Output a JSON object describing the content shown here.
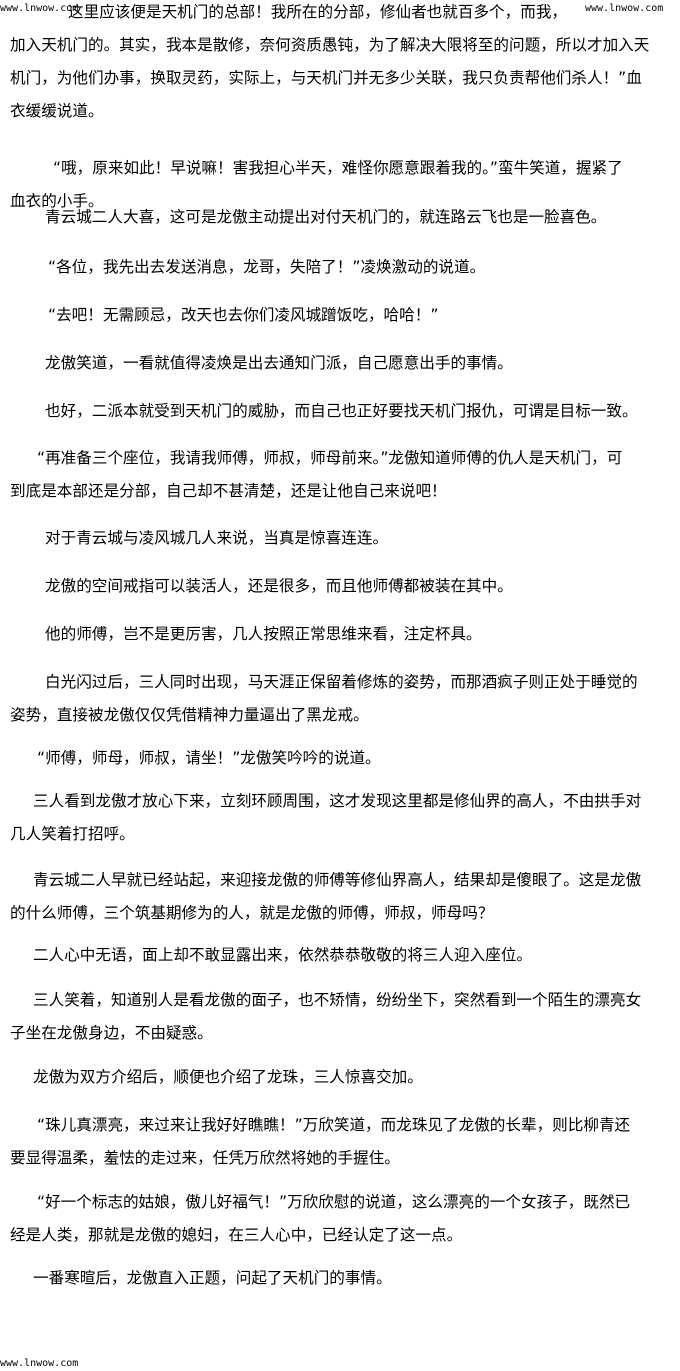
{
  "watermarks": {
    "top_left": "www.lnwow.com",
    "top_right": "www.lnwow.com",
    "bottom_left": "www.lnwow.com"
  },
  "paragraphs": [
    {
      "lines": [
        "这里应该便是天机门的总部！我所在的分部，修仙者也就百多个，而我，",
        "加入天机门的。其实，我本是散修，奈何资质愚钝，为了解决大限将至的问题，所以才加入天",
        "机门，为他们办事，换取灵药，实际上，与天机门并无多少关联，我只负责帮他们杀人！”血",
        "衣缓缓说道。"
      ]
    },
    {
      "lines": [
        "“哦，原来如此！早说嘛！害我担心半天，难怪你愿意跟着我的。”蛮牛笑道，握紧了",
        "血衣的小手。"
      ]
    },
    {
      "lines": [
        "青云城二人大喜，这可是龙傲主动提出对付天机门的，就连路云飞也是一脸喜色。"
      ]
    },
    {
      "lines": [
        "“各位，我先出去发送消息，龙哥，失陪了！”凌焕激动的说道。"
      ]
    },
    {
      "lines": [
        "“去吧！无需顾忌，改天也去你们凌风城蹭饭吃，哈哈！”"
      ]
    },
    {
      "lines": [
        "龙傲笑道，一看就值得凌焕是出去通知门派，自己愿意出手的事情。"
      ]
    },
    {
      "lines": [
        "也好，二派本就受到天机门的威胁，而自己也正好要找天机门报仇，可谓是目标一致。"
      ]
    },
    {
      "lines": [
        "“再准备三个座位，我请我师傅，师叔，师母前来。”龙傲知道师傅的仇人是天机门，可",
        "到底是本部还是分部，自己却不甚清楚，还是让他自己来说吧！"
      ]
    },
    {
      "lines": [
        "对于青云城与凌风城几人来说，当真是惊喜连连。"
      ]
    },
    {
      "lines": [
        "龙傲的空间戒指可以装活人，还是很多，而且他师傅都被装在其中。"
      ]
    },
    {
      "lines": [
        "他的师傅，岂不是更厉害，几人按照正常思维来看，注定杯具。"
      ]
    },
    {
      "lines": [
        "白光闪过后，三人同时出现，马天涯正保留着修炼的姿势，而那酒疯子则正处于睡觉的",
        "姿势，直接被龙傲仅仅凭借精神力量逼出了黑龙戒。"
      ]
    },
    {
      "lines": [
        "“师傅，师母，师叔，请坐！”龙傲笑吟吟的说道。"
      ]
    },
    {
      "lines": [
        "三人看到龙傲才放心下来，立刻环顾周围，这才发现这里都是修仙界的高人，不由拱手对",
        "几人笑着打招呼。"
      ]
    },
    {
      "lines": [
        "青云城二人早就已经站起，来迎接龙傲的师傅等修仙界高人，结果却是傻眼了。这是龙傲",
        "的什么师傅，三个筑基期修为的人，就是龙傲的师傅，师叔，师母吗？"
      ]
    },
    {
      "lines": [
        "二人心中无语，面上却不敢显露出来，依然恭恭敬敬的将三人迎入座位。"
      ]
    },
    {
      "lines": [
        "三人笑着，知道别人是看龙傲的面子，也不矫情，纷纷坐下，突然看到一个陌生的漂亮女",
        "子坐在龙傲身边，不由疑惑。"
      ]
    },
    {
      "lines": [
        "龙傲为双方介绍后，顺便也介绍了龙珠，三人惊喜交加。"
      ]
    },
    {
      "lines": [
        "“珠儿真漂亮，来过来让我好好瞧瞧！”万欣笑道，而龙珠见了龙傲的长辈，则比柳青还",
        "要显得温柔，羞怯的走过来，任凭万欣然将她的手握住。"
      ]
    },
    {
      "lines": [
        "“好一个标志的姑娘，傲儿好福气！”万欣欣慰的说道，这么漂亮的一个女孩子，既然已",
        "经是人类，那就是龙傲的媳妇，在三人心中，已经认定了这一点。"
      ]
    },
    {
      "lines": [
        "一番寒暄后，龙傲直入正题，问起了天机门的事情。"
      ]
    }
  ]
}
